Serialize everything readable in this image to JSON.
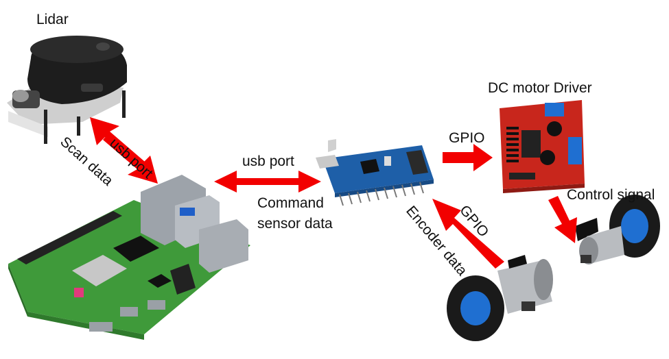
{
  "labels": {
    "lidar": "Lidar",
    "usb_port_lidar": "usb port",
    "scan_data": "Scan data",
    "usb_port_nano": "usb port",
    "command": "Command",
    "sensor_data": "sensor data",
    "dc_motor_driver": "DC motor Driver",
    "gpio_driver": "GPIO",
    "gpio_encoder": "GPIO",
    "encoder_data": "Encoder data",
    "control_signal": "Control signal"
  },
  "colors": {
    "arrow": "#f20000",
    "pcb_green": "#3f9a3a",
    "nano_blue": "#1e5fa8",
    "driver_red": "#c8261c",
    "lidar_black": "#1d1d1d",
    "motor_silver": "#b9bcc0",
    "wheel_blue": "#1f6fd1"
  },
  "icons": [
    "lidar-sensor-icon",
    "raspberry-pi-board-icon",
    "arduino-nano-icon",
    "dc-motor-driver-icon",
    "motor-wheel-icon"
  ]
}
